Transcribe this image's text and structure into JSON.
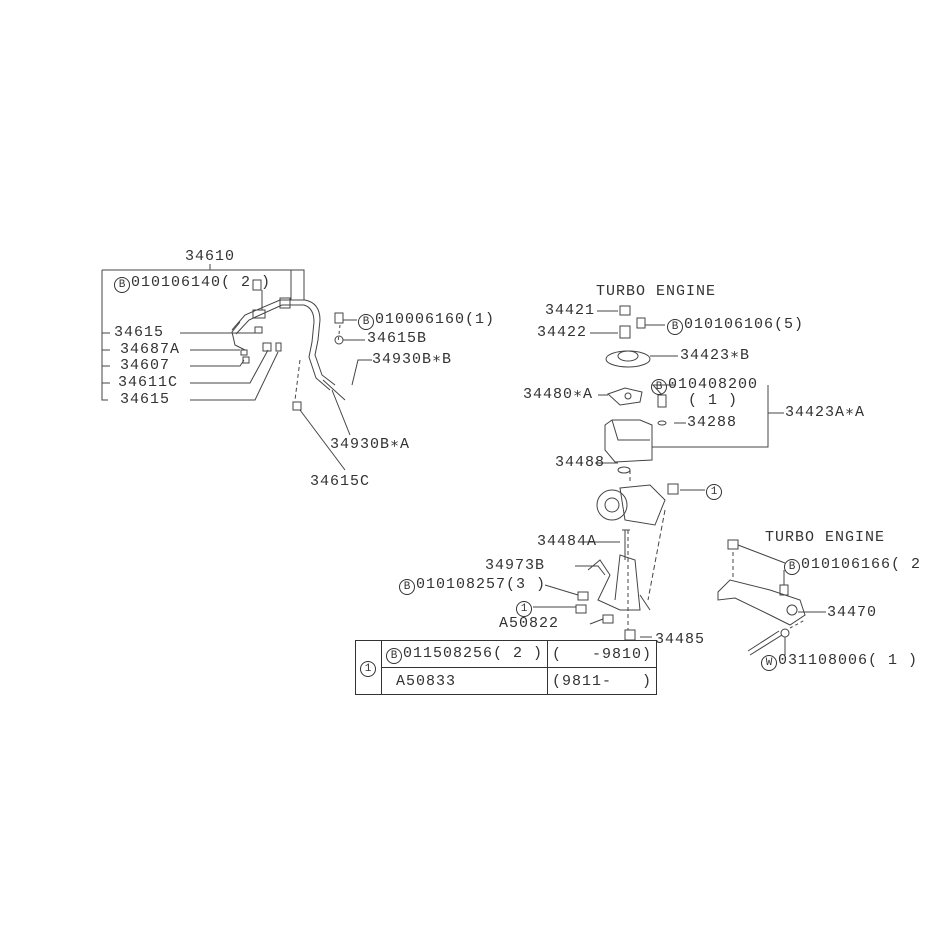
{
  "left_group": {
    "assembly": "34610",
    "bolt_1": {
      "marker": "B",
      "part": "010106140",
      "qty": "( 2 )"
    },
    "bolt_2": {
      "marker": "B",
      "part": "010006160",
      "qty": "(1)"
    },
    "parts": [
      "34615",
      "34687A",
      "34607",
      "34611C",
      "34615"
    ],
    "p34615B": "34615B",
    "p34930BB": "34930B∗B",
    "p34930BA": "34930B∗A",
    "p34615C": "34615C"
  },
  "pump_group": {
    "heading": "TURBO ENGINE",
    "p34421": "34421",
    "p34422": "34422",
    "bolt_1": {
      "marker": "B",
      "part": "010106106",
      "qty": "(5)"
    },
    "p34423B": "34423∗B",
    "p34480A": "34480∗A",
    "bolt_2": {
      "marker": "B",
      "part": "010408200",
      "qty": "( 1 )"
    },
    "p34423AA": "34423A∗A",
    "p34288": "34288",
    "p34488": "34488",
    "ref_1": "1",
    "p34484A": "34484A",
    "p34973B": "34973B",
    "bolt_3": {
      "marker": "B",
      "part": "010108257",
      "qty": "(3 )"
    },
    "ref_1b": "1",
    "pA50822": "A50822",
    "p34485": "34485"
  },
  "bracket_group": {
    "heading": "TURBO ENGINE",
    "bolt": {
      "marker": "B",
      "part": "010106166",
      "qty": "( 2 )"
    },
    "p34470": "34470",
    "washer": {
      "marker": "W",
      "part": "031108006",
      "qty": "( 1 )"
    }
  },
  "note_table": {
    "ref": "1",
    "rows": [
      {
        "marker": "B",
        "part": "011508256",
        "qty": "( 2 )",
        "range": "(   -9810)"
      },
      {
        "marker": "",
        "part": "A50833",
        "qty": "",
        "range": "(9811-   )"
      }
    ]
  }
}
